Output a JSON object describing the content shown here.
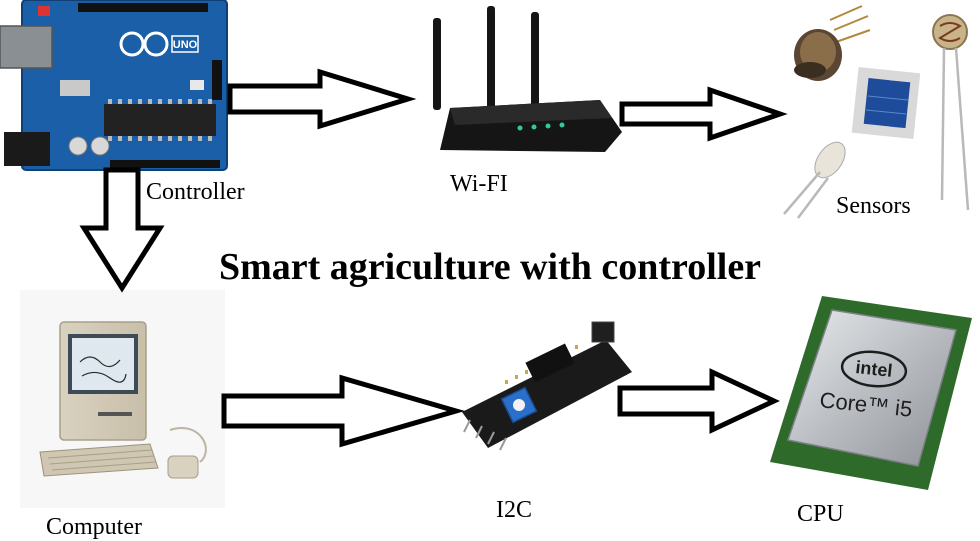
{
  "diagram": {
    "title": "Smart agriculture with controller",
    "nodes": {
      "controller": {
        "label": "Controller",
        "icon": "arduino-uno-board-icon",
        "board_text": "UNO"
      },
      "wifi": {
        "label": "Wi-FI",
        "icon": "wifi-router-icon"
      },
      "sensors": {
        "label": "Sensors",
        "icon": "sensors-group-icon"
      },
      "computer": {
        "label": "Computer",
        "icon": "vintage-computer-icon"
      },
      "i2c": {
        "label": "I2C",
        "icon": "i2c-module-icon"
      },
      "cpu": {
        "label": "CPU",
        "icon": "intel-cpu-chip-icon",
        "chip_brand": "intel",
        "chip_model": "Core™ i5"
      }
    },
    "edges": [
      {
        "from": "controller",
        "to": "wifi"
      },
      {
        "from": "wifi",
        "to": "sensors"
      },
      {
        "from": "controller",
        "to": "computer"
      },
      {
        "from": "computer",
        "to": "i2c"
      },
      {
        "from": "i2c",
        "to": "cpu"
      }
    ],
    "colors": {
      "arduino_blue": "#1b5fa8",
      "router_black": "#151515",
      "cpu_silver": "#b9bdc2",
      "pcb_green": "#2e6b2b",
      "i2c_board": "#1a1a1a",
      "potentiometer_blue": "#2a6fc9"
    }
  }
}
